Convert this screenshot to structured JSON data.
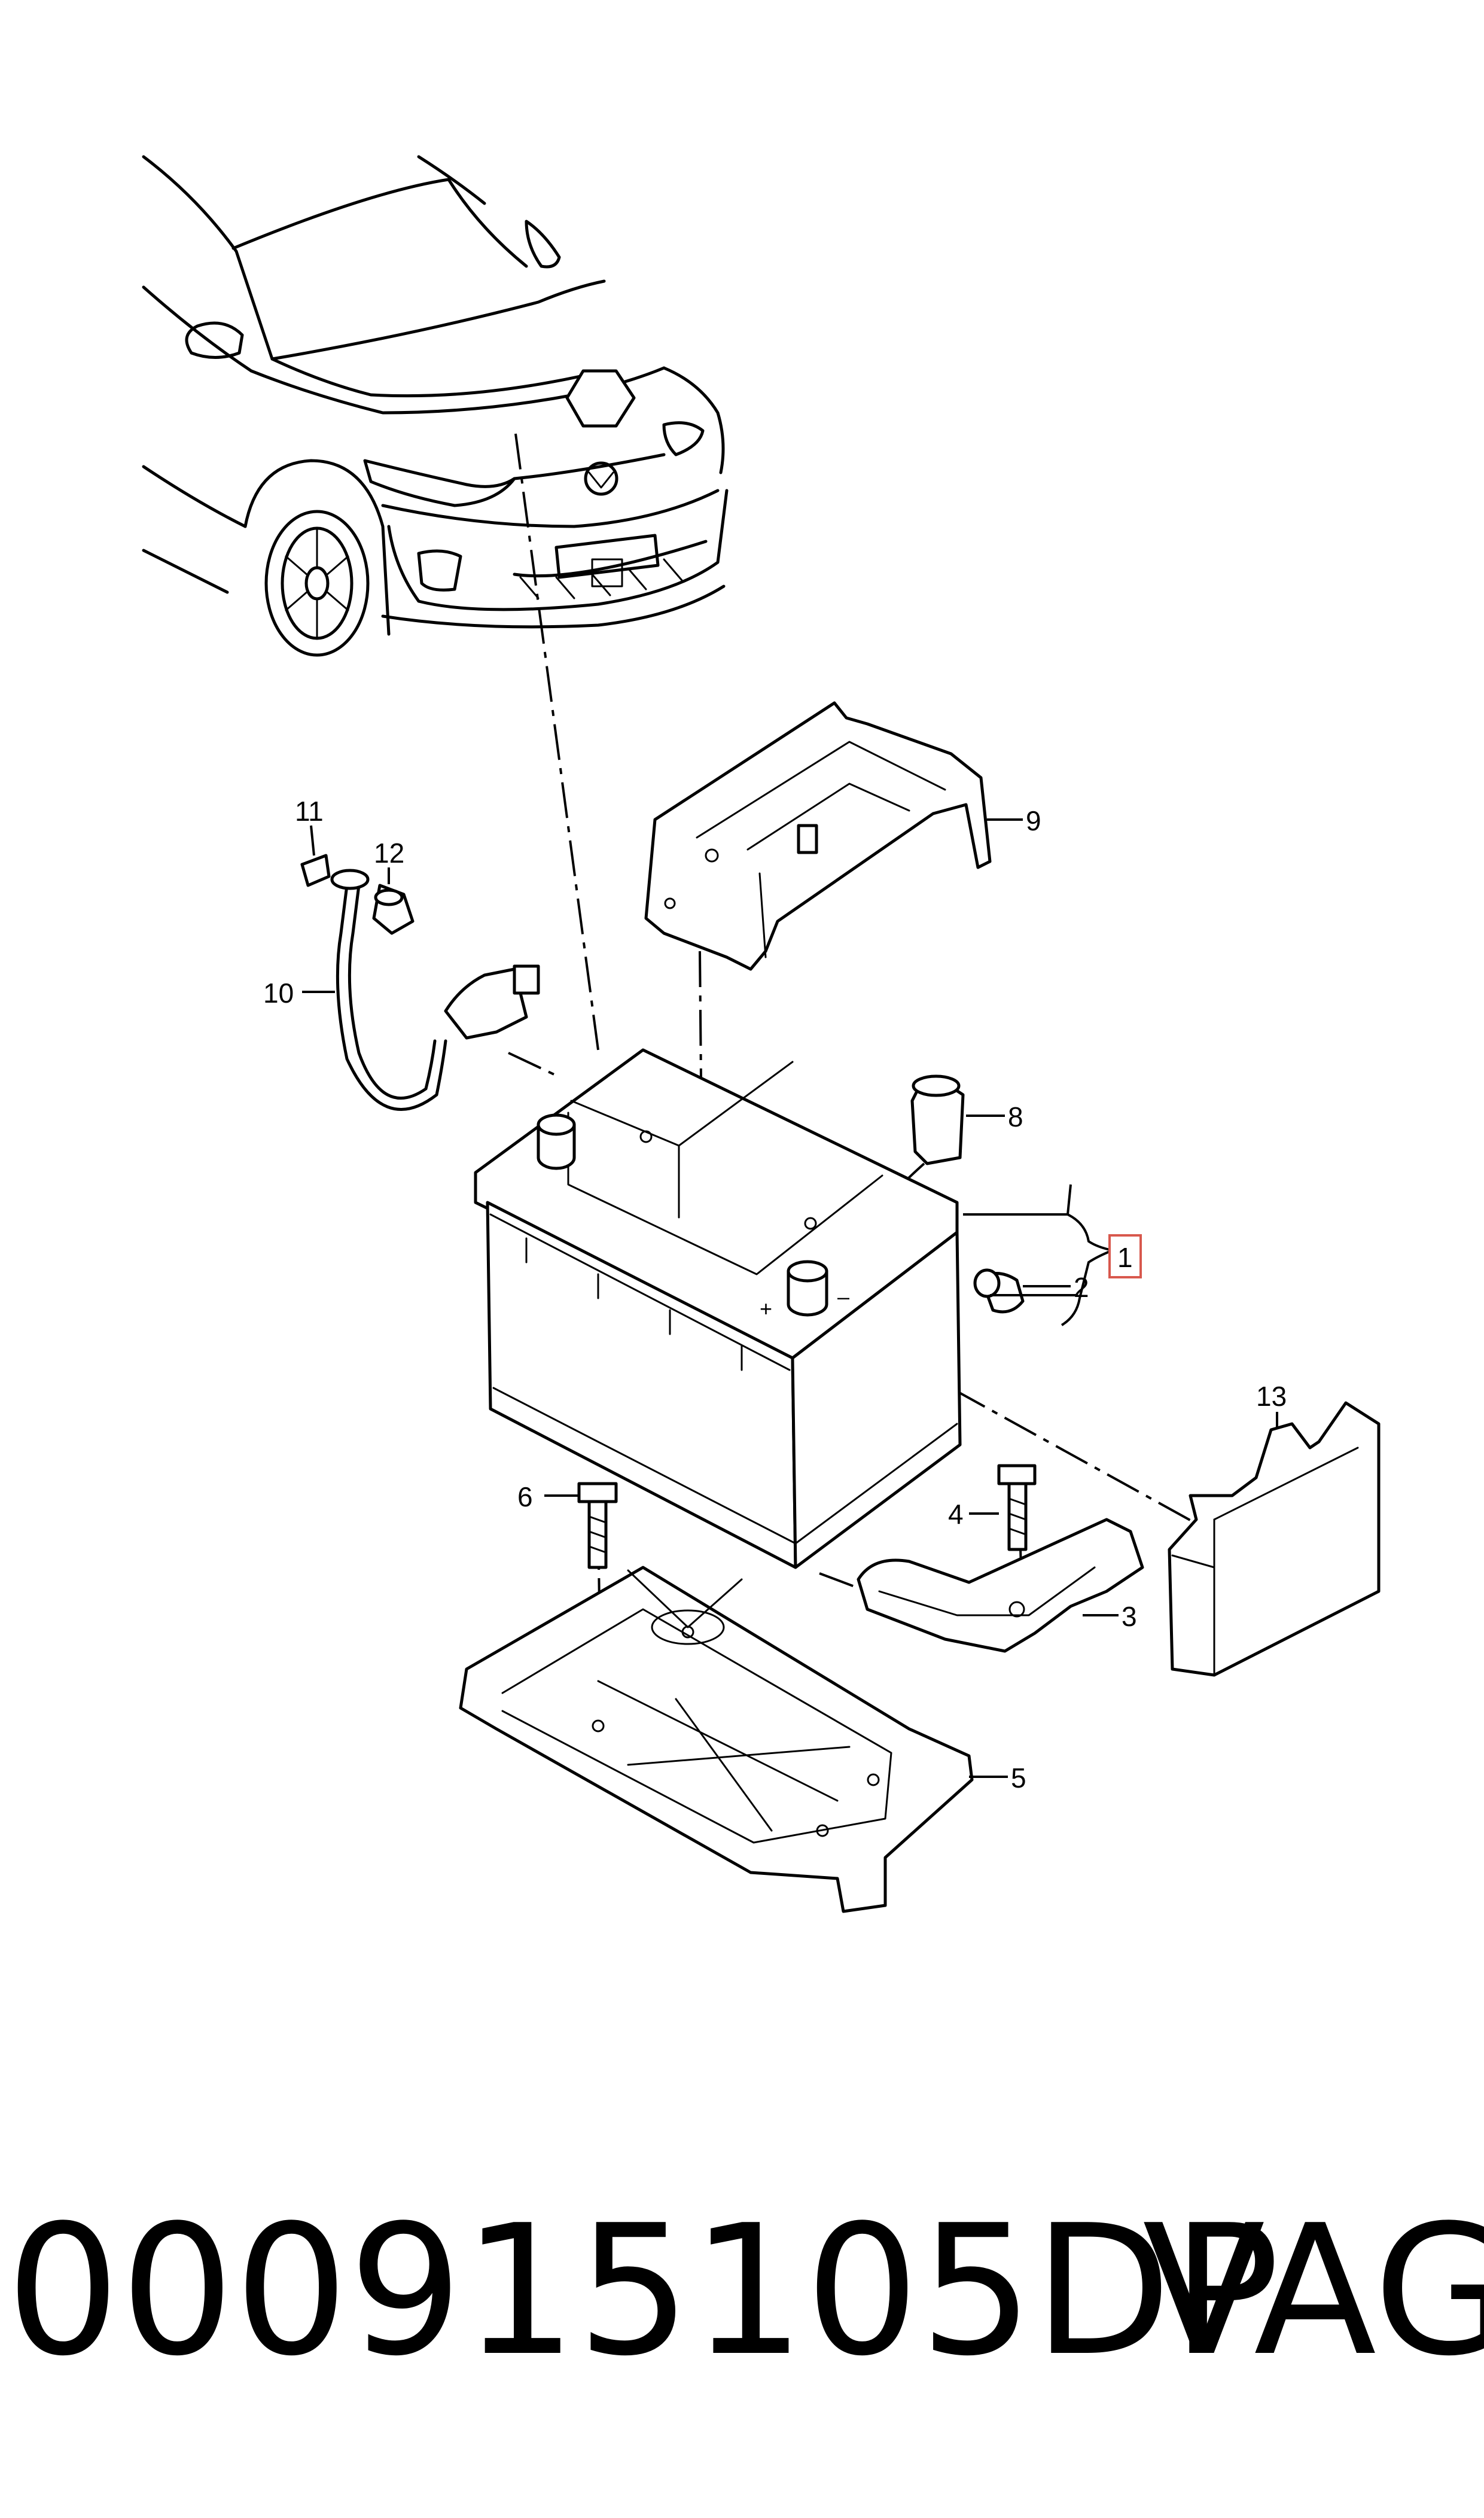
{
  "callouts": [
    {
      "id": "1",
      "boxed": true
    },
    {
      "id": "2"
    },
    {
      "id": "3"
    },
    {
      "id": "4"
    },
    {
      "id": "5"
    },
    {
      "id": "6"
    },
    {
      "id": "8"
    },
    {
      "id": "9"
    },
    {
      "id": "10"
    },
    {
      "id": "11"
    },
    {
      "id": "12"
    },
    {
      "id": "13"
    }
  ],
  "terminal_marks": {
    "plus": "+",
    "minus": "–"
  },
  "footer": {
    "part_number": "000915105DP",
    "brand": "VAG"
  },
  "colors": {
    "line": "#000000",
    "highlight_box": "#d8584d",
    "background": "#ffffff"
  }
}
